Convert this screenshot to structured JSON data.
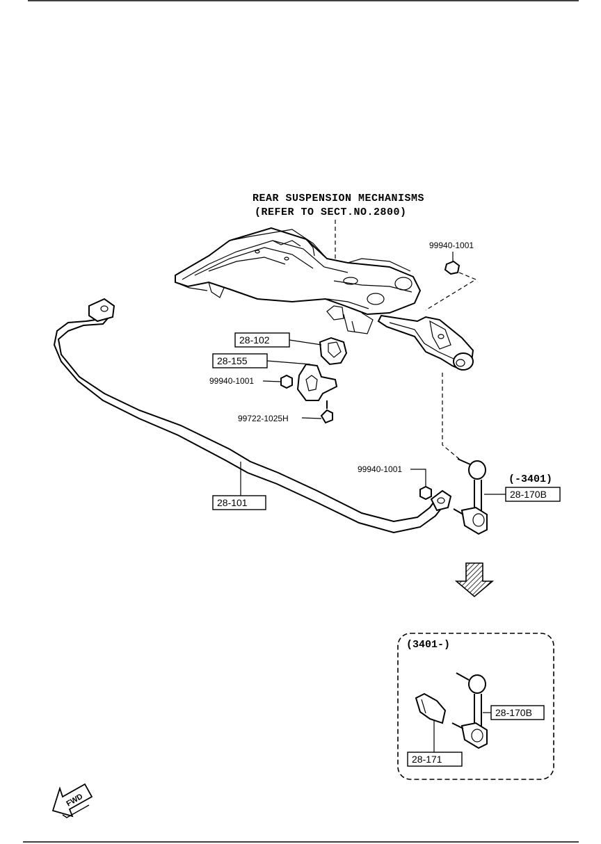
{
  "header": {
    "title_line1": "REAR SUSPENSION MECHANISMS",
    "title_line2": "(REFER TO SECT.NO.2800)"
  },
  "part_numbers": {
    "nut_top": "99940-1001",
    "bushing": "28-102",
    "bracket": "28-155",
    "nut_bracket": "99940-1001",
    "bolt": "99722-1025H",
    "nut_bar_end": "99940-1001",
    "stabilizer_bar": "28-101",
    "link_early": "28-170B",
    "link_late": "28-170B",
    "cover": "28-171"
  },
  "ranges": {
    "early": "(-3401)",
    "late": "(3401-)"
  },
  "fwd_label": "FWD"
}
